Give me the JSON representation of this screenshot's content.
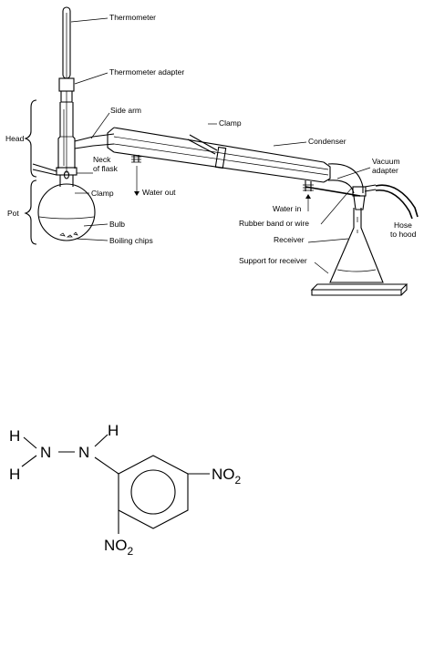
{
  "apparatus": {
    "labels": {
      "thermometer": "Thermometer",
      "thermometer_adapter": "Thermometer adapter",
      "side_arm": "Side arm",
      "clamp_top": "Clamp",
      "condenser": "Condenser",
      "head": "Head",
      "neck_line1": "Neck",
      "neck_line2": "of flask",
      "clamp_neck": "Clamp",
      "water_out": "Water out",
      "vacuum_line1": "Vacuum",
      "vacuum_line2": "adapter",
      "water_in": "Water in",
      "rubber_band": "Rubber band or wire",
      "pot": "Pot",
      "bulb": "Bulb",
      "boiling_chips": "Boiling chips",
      "hose_line1": "Hose",
      "hose_line2": "to hood",
      "receiver": "Receiver",
      "support": "Support for receiver"
    }
  },
  "molecule": {
    "h_top_left": "H",
    "h_bottom_left": "H",
    "h_top_right": "H",
    "n_left": "N",
    "n_right": "N",
    "no2_para": "NO",
    "no2_para_sub": "2",
    "no2_ortho": "NO",
    "no2_ortho_sub": "2"
  }
}
